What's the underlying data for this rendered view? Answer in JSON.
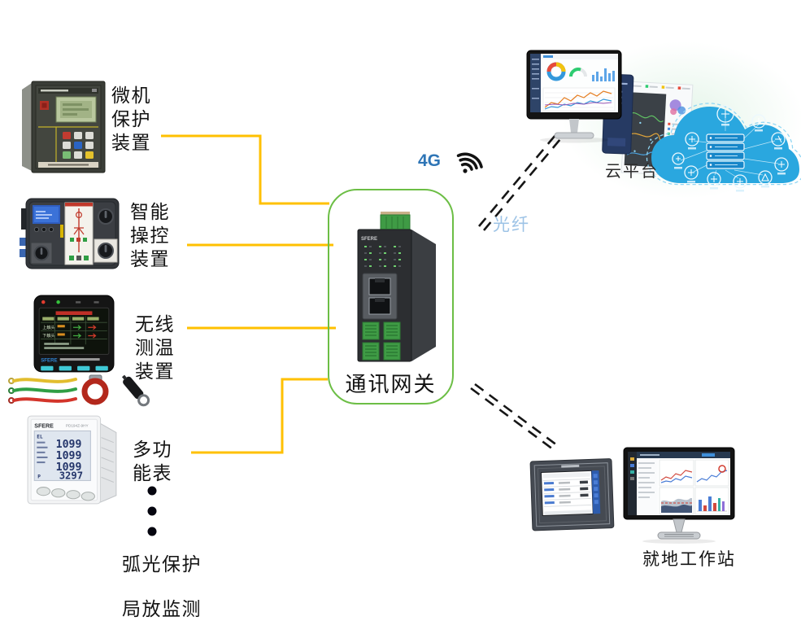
{
  "left_devices": [
    {
      "name": "microcomputer-protection",
      "label_lines": [
        "微机",
        "保护",
        "装置"
      ]
    },
    {
      "name": "intelligent-control",
      "label_lines": [
        "智能",
        "操控",
        "装置"
      ]
    },
    {
      "name": "wireless-temperature",
      "label_lines": [
        "无线",
        "测温",
        "装置"
      ]
    },
    {
      "name": "multifunction-meter",
      "label_lines": [
        "多功",
        "能表"
      ]
    }
  ],
  "more_devices": {
    "items": [
      "弧光保护",
      "局放监测"
    ]
  },
  "gateway": {
    "label": "通讯网关",
    "brand": "SFERE"
  },
  "links": {
    "cellular": "4G",
    "fiber": "光纤"
  },
  "cloud_platform": {
    "label": "云平台"
  },
  "workstation": {
    "label": "就地工作站"
  },
  "meter_display": {
    "brand": "SFERE",
    "model": "PD194Z-9HY",
    "tag": "EL",
    "readings": [
      "1099",
      "1099",
      "1099"
    ],
    "bottom_tag": "P",
    "bottom_value": "3297"
  },
  "temp_display": {
    "brand": "SFERE",
    "rows": [
      "上触头",
      "下触头"
    ]
  },
  "colors": {
    "connector_yellow": "#FFC000",
    "gateway_box_green": "#6CBE45",
    "cellular_blue": "#2E75B6",
    "fiber_blue": "#9DC3E6",
    "cloud_blue": "#2AA7DF"
  }
}
